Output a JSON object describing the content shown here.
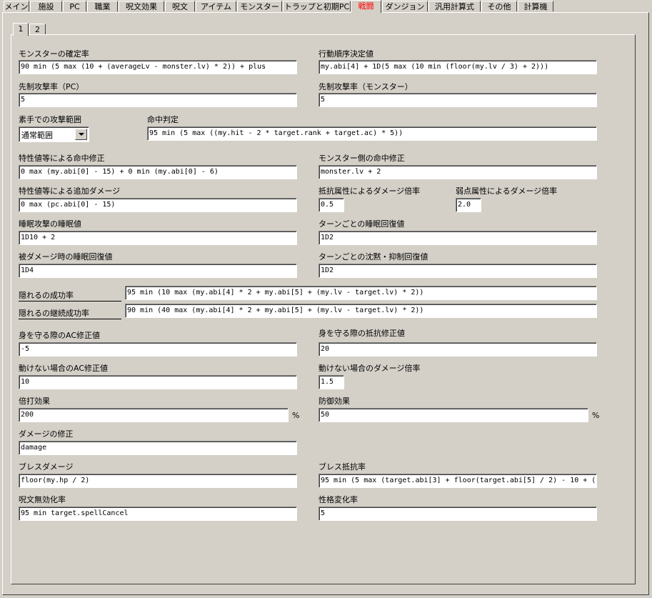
{
  "tabs": [
    {
      "label": "メイン",
      "active": false
    },
    {
      "label": "施設",
      "active": false
    },
    {
      "label": "PC",
      "active": false
    },
    {
      "label": "職業",
      "active": false
    },
    {
      "label": "呪文効果",
      "active": false
    },
    {
      "label": "呪文",
      "active": false
    },
    {
      "label": "アイテム",
      "active": false
    },
    {
      "label": "モンスター",
      "active": false
    },
    {
      "label": "トラップと初期PC",
      "active": false
    },
    {
      "label": "戦闘",
      "active": true
    },
    {
      "label": "ダンジョン",
      "active": false
    },
    {
      "label": "汎用計算式",
      "active": false
    },
    {
      "label": "その他",
      "active": false
    },
    {
      "label": "計算機",
      "active": false
    }
  ],
  "subtabs": [
    {
      "label": "1",
      "active": true
    },
    {
      "label": "2",
      "active": false
    }
  ],
  "fields": {
    "monster_confirm_rate": {
      "label": "モンスターの確定率",
      "value": "90 min (5 max (10 + (averageLv - monster.lv) * 2)) + plus"
    },
    "action_order": {
      "label": "行動順序決定値",
      "value": "my.abi[4] + 1D(5 max (10 min (floor(my.lv / 3) + 2)))"
    },
    "preemptive_pc": {
      "label": "先制攻撃率（PC）",
      "value": "5"
    },
    "preemptive_monster": {
      "label": "先制攻撃率（モンスター）",
      "value": "5"
    },
    "unarmed_range": {
      "label": "素手での攻撃範囲",
      "value": "通常範囲"
    },
    "hit_check": {
      "label": "命中判定",
      "value": "95 min (5 max ((my.hit - 2 * target.rank + target.ac) * 5))"
    },
    "hit_mod_attr": {
      "label": "特性値等による命中修正",
      "value": "0 max (my.abi[0] - 15) + 0 min (my.abi[0] - 6)"
    },
    "hit_mod_monster": {
      "label": "モンスター側の命中修正",
      "value": "monster.lv + 2"
    },
    "extra_damage_attr": {
      "label": "特性値等による追加ダメージ",
      "value": "0 max (pc.abi[0] - 15)"
    },
    "resist_damage_rate": {
      "label": "抵抗属性によるダメージ倍率",
      "value": "0.5"
    },
    "weak_damage_rate": {
      "label": "弱点属性によるダメージ倍率",
      "value": "2.0"
    },
    "sleep_attack_value": {
      "label": "睡眠攻撃の睡眠値",
      "value": "1D10 + 2"
    },
    "sleep_recovery_turn": {
      "label": "ターンごとの睡眠回復値",
      "value": "1D2"
    },
    "sleep_recovery_damaged": {
      "label": "被ダメージ時の睡眠回復値",
      "value": "1D4"
    },
    "silence_recovery_turn": {
      "label": "ターンごとの沈黙・抑制回復値",
      "value": "1D2"
    },
    "hide_success": {
      "label": "隠れるの成功率",
      "value": "95 min (10 max (my.abi[4] * 2 + my.abi[5] + (my.lv - target.lv) * 2))"
    },
    "hide_continue": {
      "label": "隠れるの継続成功率",
      "value": "90 min (40 max (my.abi[4] * 2 + my.abi[5] + (my.lv - target.lv) * 2))"
    },
    "defend_ac": {
      "label": "身を守る際のAC修正値",
      "value": "-5"
    },
    "defend_resist": {
      "label": "身を守る際の抵抗修正値",
      "value": "20"
    },
    "immobile_ac": {
      "label": "動けない場合のAC修正値",
      "value": "10"
    },
    "immobile_damage_rate": {
      "label": "動けない場合のダメージ倍率",
      "value": "1.5"
    },
    "double_hit": {
      "label": "倍打効果",
      "value": "200",
      "unit": "%"
    },
    "defense_effect": {
      "label": "防御効果",
      "value": "50",
      "unit": "%"
    },
    "damage_mod": {
      "label": "ダメージの修正",
      "value": "damage"
    },
    "breath_damage": {
      "label": "ブレスダメージ",
      "value": "floor(my.hp / 2)"
    },
    "breath_resist": {
      "label": "ブレス抵抗率",
      "value": "95 min (5 max (target.abi[3] + floor(target.abi[5] / 2) - 10 + ("
    },
    "spell_cancel": {
      "label": "呪文無効化率",
      "value": "95 min target.spellCancel"
    },
    "alignment_change": {
      "label": "性格変化率",
      "value": "5"
    }
  }
}
